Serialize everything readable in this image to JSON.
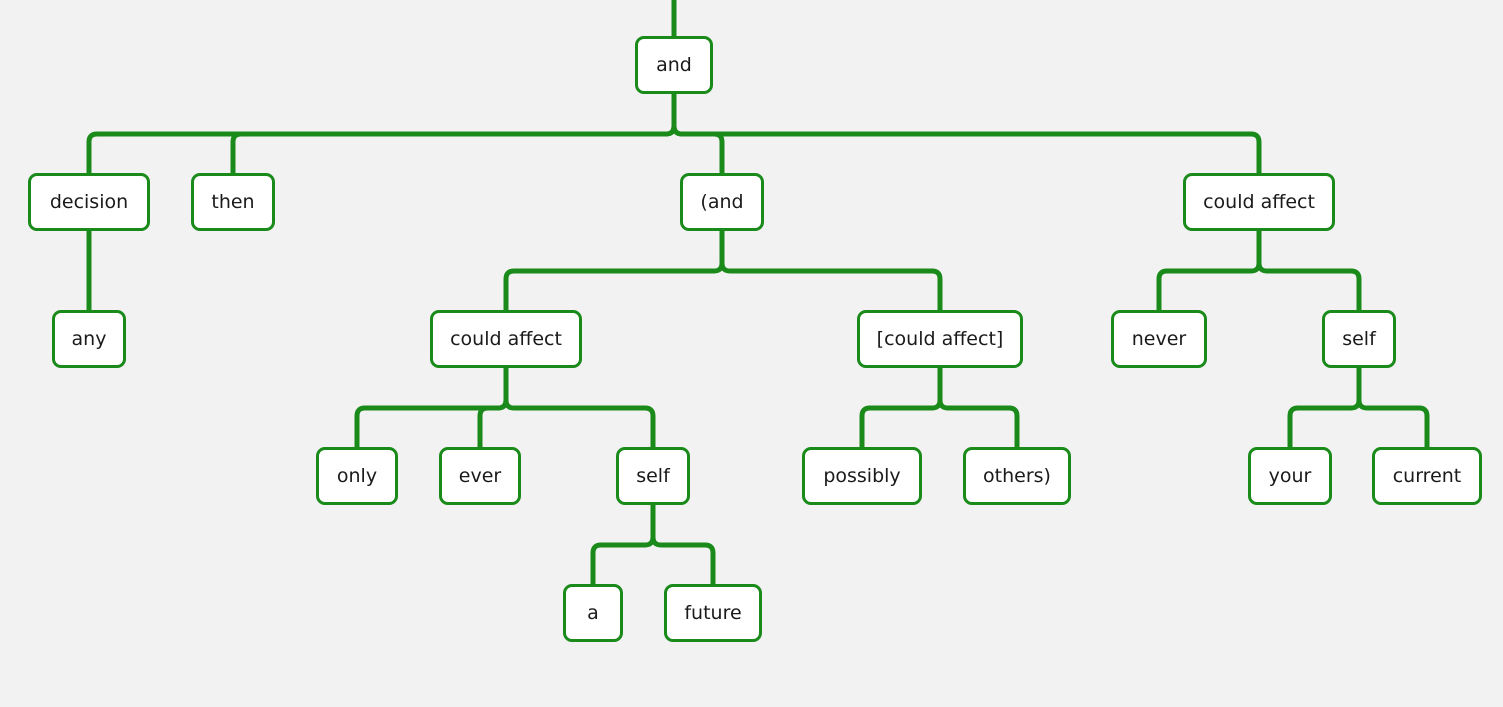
{
  "colors": {
    "background": "#f2f2f2",
    "line": "#1a8a1a",
    "node_border": "#1a8a1a",
    "node_fill": "#ffffff",
    "text": "#1a1a1a"
  },
  "tree": {
    "id": "n-and",
    "label": "and",
    "children": [
      {
        "id": "n-decision",
        "label": "decision",
        "children": [
          {
            "id": "n-any",
            "label": "any",
            "children": []
          }
        ]
      },
      {
        "id": "n-then",
        "label": "then",
        "children": []
      },
      {
        "id": "n-and2",
        "label": "(and",
        "children": [
          {
            "id": "n-could-affect-1",
            "label": "could affect",
            "children": [
              {
                "id": "n-only",
                "label": "only",
                "children": []
              },
              {
                "id": "n-ever",
                "label": "ever",
                "children": []
              },
              {
                "id": "n-self-1",
                "label": "self",
                "children": [
                  {
                    "id": "n-a",
                    "label": "a",
                    "children": []
                  },
                  {
                    "id": "n-future",
                    "label": "future",
                    "children": []
                  }
                ]
              }
            ]
          },
          {
            "id": "n-could-affect-bracket",
            "label": "[could affect]",
            "children": [
              {
                "id": "n-possibly",
                "label": "possibly",
                "children": []
              },
              {
                "id": "n-others",
                "label": "others)",
                "children": []
              }
            ]
          }
        ]
      },
      {
        "id": "n-could-affect-2",
        "label": "could affect",
        "children": [
          {
            "id": "n-never",
            "label": "never",
            "children": []
          },
          {
            "id": "n-self-2",
            "label": "self",
            "children": [
              {
                "id": "n-your",
                "label": "your",
                "children": []
              },
              {
                "id": "n-current",
                "label": "current",
                "children": []
              }
            ]
          }
        ]
      }
    ]
  }
}
